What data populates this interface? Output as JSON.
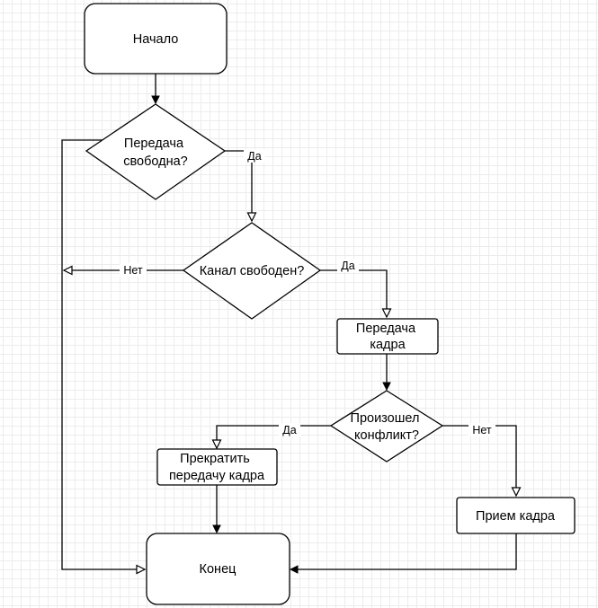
{
  "nodes": {
    "start": "Начало",
    "transmission_free_q": [
      "Передача",
      "свободна?"
    ],
    "channel_free_q": "Канал свободен?",
    "frame_transmission": [
      "Передача",
      "кадра"
    ],
    "conflict_q": [
      "Произошел",
      "конфликт?"
    ],
    "stop_transmission": [
      "Прекратить",
      "передачу кадра"
    ],
    "frame_reception": "Прием кадра",
    "end": "Конец"
  },
  "edge_labels": {
    "transmission_free_yes": "Да",
    "channel_free_no": "Нет",
    "channel_free_yes": "Да",
    "conflict_yes": "Да",
    "conflict_no": "Нет"
  },
  "colors": {
    "stroke": "#000000",
    "fill": "#ffffff",
    "grid_minor": "#ececec",
    "grid_major": "#d9d9d9"
  }
}
